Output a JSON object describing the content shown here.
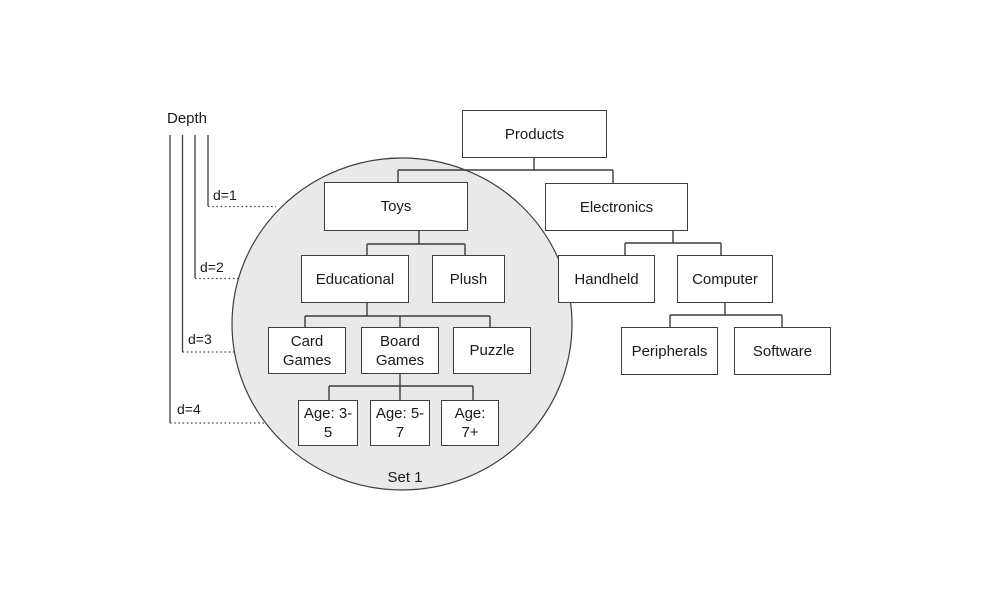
{
  "diagram": {
    "depth_axis": {
      "title": "Depth",
      "levels": [
        {
          "label": "d=1"
        },
        {
          "label": "d=2"
        },
        {
          "label": "d=3"
        },
        {
          "label": "d=4"
        }
      ]
    },
    "set": {
      "label": "Set 1"
    },
    "nodes": {
      "products": {
        "label": "Products"
      },
      "toys": {
        "label": "Toys"
      },
      "electronics": {
        "label": "Electronics"
      },
      "educational": {
        "label": "Educational"
      },
      "plush": {
        "label": "Plush"
      },
      "handheld": {
        "label": "Handheld"
      },
      "computer": {
        "label": "Computer"
      },
      "card_games": {
        "label": "Card Games"
      },
      "board_games": {
        "label": "Board Games"
      },
      "puzzle": {
        "label": "Puzzle"
      },
      "peripherals": {
        "label": "Peripherals"
      },
      "software": {
        "label": "Software"
      },
      "age_3_5": {
        "label": "Age: 3-5"
      },
      "age_5_7": {
        "label": "Age: 5-7"
      },
      "age_7_plus": {
        "label": "Age: 7+"
      }
    },
    "edges": [
      {
        "from": "products",
        "to": "toys"
      },
      {
        "from": "products",
        "to": "electronics"
      },
      {
        "from": "toys",
        "to": "educational"
      },
      {
        "from": "toys",
        "to": "plush"
      },
      {
        "from": "educational",
        "to": "card_games"
      },
      {
        "from": "educational",
        "to": "board_games"
      },
      {
        "from": "educational",
        "to": "puzzle"
      },
      {
        "from": "board_games",
        "to": "age_3_5"
      },
      {
        "from": "board_games",
        "to": "age_5_7"
      },
      {
        "from": "board_games",
        "to": "age_7_plus"
      },
      {
        "from": "electronics",
        "to": "handheld"
      },
      {
        "from": "electronics",
        "to": "computer"
      },
      {
        "from": "computer",
        "to": "peripherals"
      },
      {
        "from": "computer",
        "to": "software"
      }
    ],
    "colors": {
      "background": "#ffffff",
      "circle_fill": "#e9e9e9",
      "line": "#3d3d3d",
      "box_fill": "#ffffff",
      "text": "#1a1a1a"
    }
  }
}
